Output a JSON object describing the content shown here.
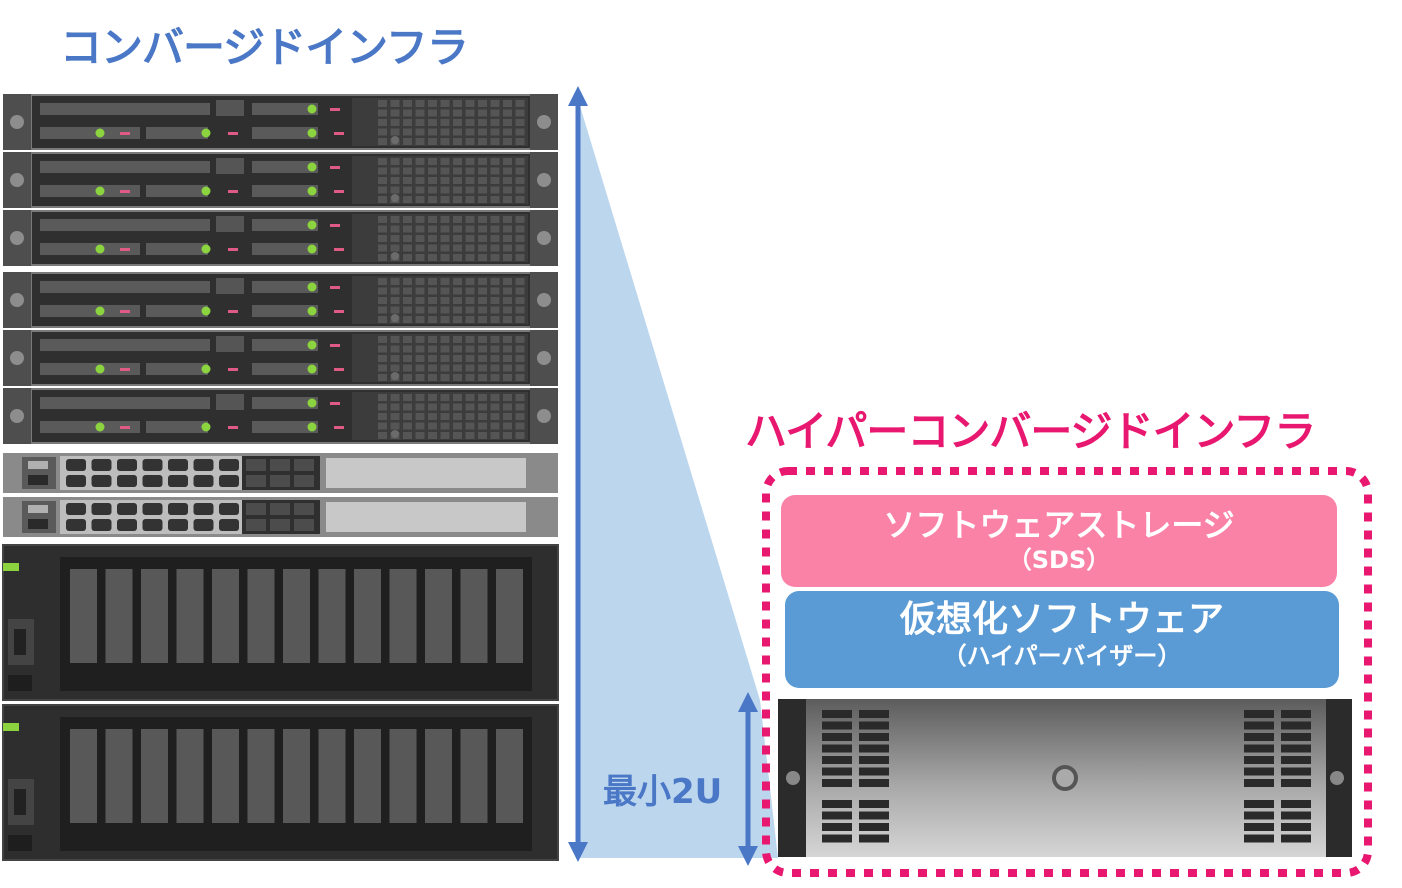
{
  "titles": {
    "converged": "コンバージドインフラ",
    "hyperconverged": "ハイパーコンバージドインフラ"
  },
  "hci_stack": {
    "sds": {
      "line1": "ソフトウェアストレージ",
      "line2": "（SDS）"
    },
    "hypervisor": {
      "line1": "仮想化ソフトウェア",
      "line2": "（ハイパーバイザー）"
    }
  },
  "min_size_label": "最小2U",
  "rack_components": {
    "servers_1u": 6,
    "network_switches": 2,
    "storage_arrays_2u": 2
  },
  "colors": {
    "converged_blue": "#4a77c6",
    "hci_pink": "#e8176f",
    "sds_box": "#fb82a7",
    "hypervisor_box": "#5b9bd5",
    "projection": "#bcd6ee"
  }
}
